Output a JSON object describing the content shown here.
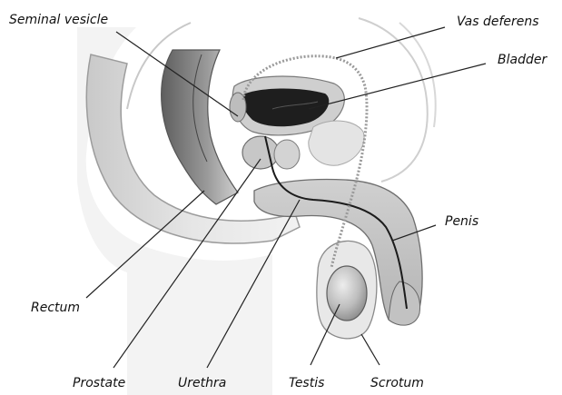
{
  "diagram": {
    "labels": {
      "seminal_vesicle": "Seminal vesicle",
      "vas_deferens": "Vas deferens",
      "bladder": "Bladder",
      "penis": "Penis",
      "rectum": "Rectum",
      "prostate": "Prostate",
      "urethra": "Urethra",
      "testis": "Testis",
      "scrotum": "Scrotum"
    },
    "colors": {
      "background": "#ffffff",
      "tissue": "#d9d9d9",
      "tissue_dark": "#9a9a9a",
      "outline": "#777777",
      "leader_line": "#222222",
      "bladder_lumen": "#1a1a1a"
    }
  }
}
